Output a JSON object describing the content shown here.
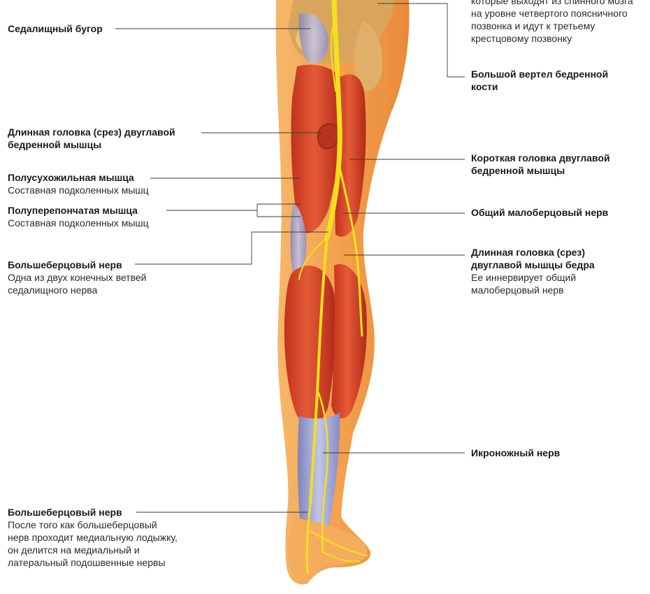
{
  "labels_left": [
    {
      "id": "ischial-tuberosity",
      "title": "Седалищный бугор",
      "desc": ""
    },
    {
      "id": "biceps-long-head-cut",
      "title": "Длинная головка (срез) двуглавой бедренной мышцы",
      "desc": ""
    },
    {
      "id": "semitendinosus",
      "title": "Полусухожильная мышца",
      "desc": "Составная подколенных мышц"
    },
    {
      "id": "semimembranosus",
      "title": "Полуперепончатая мышца",
      "desc": "Составная подколенных мышц"
    },
    {
      "id": "tibial-nerve-upper",
      "title": "Большеберцовый нерв",
      "desc": "Одна из двух конечных ветвей седалищного нерва"
    },
    {
      "id": "tibial-nerve-lower",
      "title": "Большеберцовый нерв",
      "desc": "После того как большеберцовый нерв проходит медиальную лодыжку, он делится на медиальный и латеральный подошвенные нервы"
    }
  ],
  "labels_right": [
    {
      "id": "intro-cut",
      "title": "",
      "desc": "которые выходят из спинного мозга на уровне четвертого поясничного позвонка и идут к третьему крестцовому позвонку"
    },
    {
      "id": "greater-trochanter",
      "title": "Большой вертел бедренной кости",
      "desc": ""
    },
    {
      "id": "biceps-short-head",
      "title": "Короткая головка двуглавой бедренной мышцы",
      "desc": ""
    },
    {
      "id": "common-peroneal-nerve",
      "title": "Общий малоберцовый нерв",
      "desc": ""
    },
    {
      "id": "biceps-long-head-cut-right",
      "title": "Длинная головка (срез) двуглавой мышцы бедра",
      "desc": "Ее иннервирует общий малоберцовый нерв"
    },
    {
      "id": "sural-nerve",
      "title": "Икроножный нерв",
      "desc": ""
    }
  ],
  "colors": {
    "skin": "#f2a24e",
    "skin_light": "#fbc983",
    "bone": "#e4b86e",
    "muscle": "#d8452a",
    "muscle_dark": "#a92a1a",
    "tendon": "#9a9ccc",
    "nerve": "#f6e21a"
  }
}
